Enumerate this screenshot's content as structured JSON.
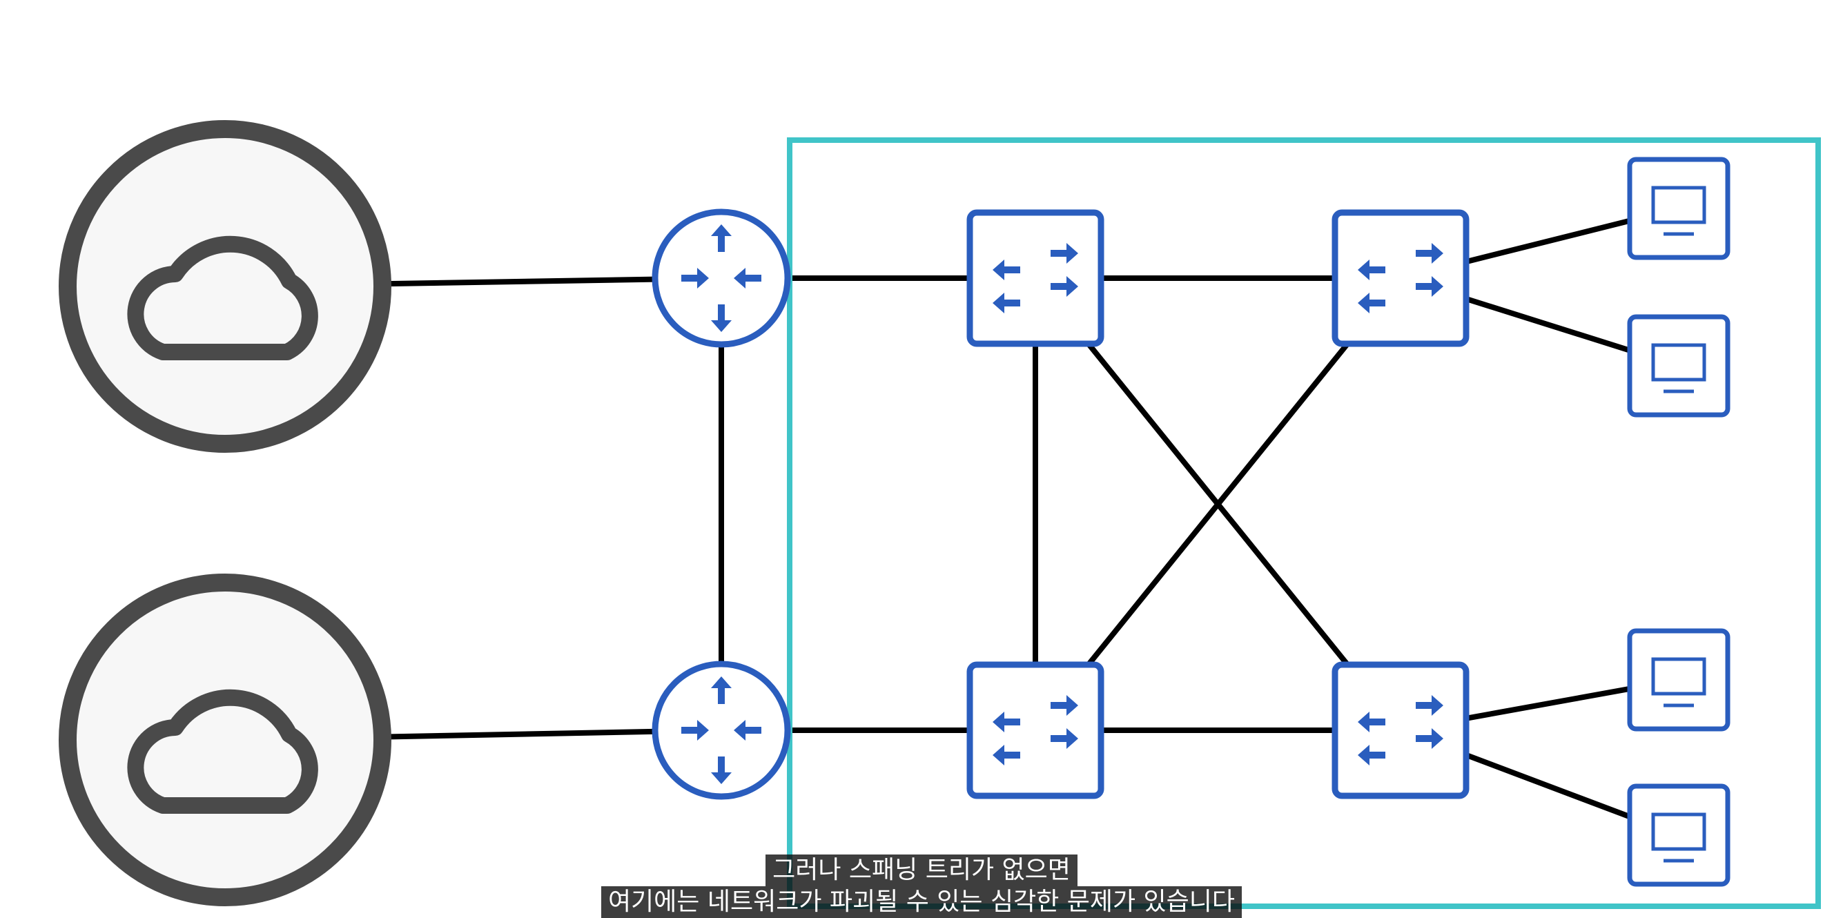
{
  "diagram": {
    "colors": {
      "boundary": "#40C4C8",
      "device_blue": "#2A5DBE",
      "cloud_gray": "#4A4A4A",
      "cloud_fill": "#F7F7F7",
      "link_black": "#000000"
    },
    "nodes": [
      {
        "id": "internet-1",
        "type": "cloud",
        "icon": "cloud-icon"
      },
      {
        "id": "internet-2",
        "type": "cloud",
        "icon": "cloud-icon"
      },
      {
        "id": "router-1",
        "type": "router",
        "icon": "router-icon"
      },
      {
        "id": "router-2",
        "type": "router",
        "icon": "router-icon"
      },
      {
        "id": "switch-1",
        "type": "switch",
        "icon": "switch-icon"
      },
      {
        "id": "switch-2",
        "type": "switch",
        "icon": "switch-icon"
      },
      {
        "id": "switch-3",
        "type": "switch",
        "icon": "switch-icon"
      },
      {
        "id": "switch-4",
        "type": "switch",
        "icon": "switch-icon"
      },
      {
        "id": "pc-1",
        "type": "computer",
        "icon": "computer-icon"
      },
      {
        "id": "pc-2",
        "type": "computer",
        "icon": "computer-icon"
      },
      {
        "id": "pc-3",
        "type": "computer",
        "icon": "computer-icon"
      },
      {
        "id": "pc-4",
        "type": "computer",
        "icon": "computer-icon"
      }
    ],
    "links": [
      [
        "internet-1",
        "router-1"
      ],
      [
        "internet-2",
        "router-2"
      ],
      [
        "router-1",
        "router-2"
      ],
      [
        "router-1",
        "switch-1"
      ],
      [
        "router-2",
        "switch-3"
      ],
      [
        "switch-1",
        "switch-2"
      ],
      [
        "switch-3",
        "switch-4"
      ],
      [
        "switch-1",
        "switch-3"
      ],
      [
        "switch-1",
        "switch-4"
      ],
      [
        "switch-2",
        "switch-3"
      ],
      [
        "switch-2",
        "pc-1"
      ],
      [
        "switch-2",
        "pc-2"
      ],
      [
        "switch-4",
        "pc-3"
      ],
      [
        "switch-4",
        "pc-4"
      ]
    ]
  },
  "subtitles": {
    "line1": "그러나 스패닝 트리가 없으면",
    "line2": "여기에는 네트워크가 파괴될 수 있는 심각한 문제가 있습니다"
  }
}
